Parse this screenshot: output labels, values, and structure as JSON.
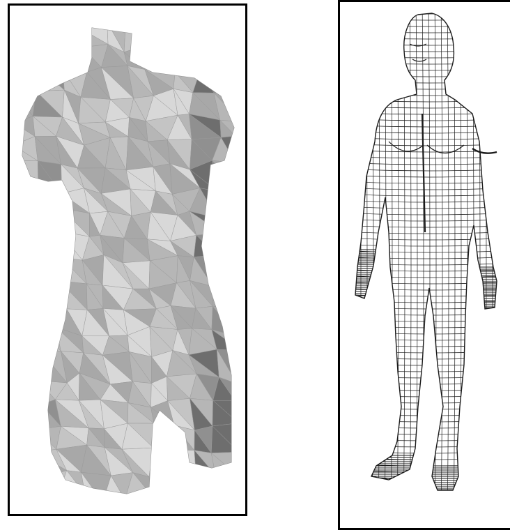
{
  "figure": {
    "panels": [
      {
        "subject": "faceted-torso-mesh",
        "shading": "flat-gray-polygons"
      },
      {
        "subject": "wireframe-human-figure",
        "shading": "quad-mesh-lines"
      }
    ],
    "colors": {
      "background": "#ffffff",
      "frame": "#000000",
      "mesh_light": "#d8d8d8",
      "mesh_mid": "#a8a8a8",
      "mesh_dark": "#6e6e6e",
      "wire": "#1a1a1a"
    }
  }
}
